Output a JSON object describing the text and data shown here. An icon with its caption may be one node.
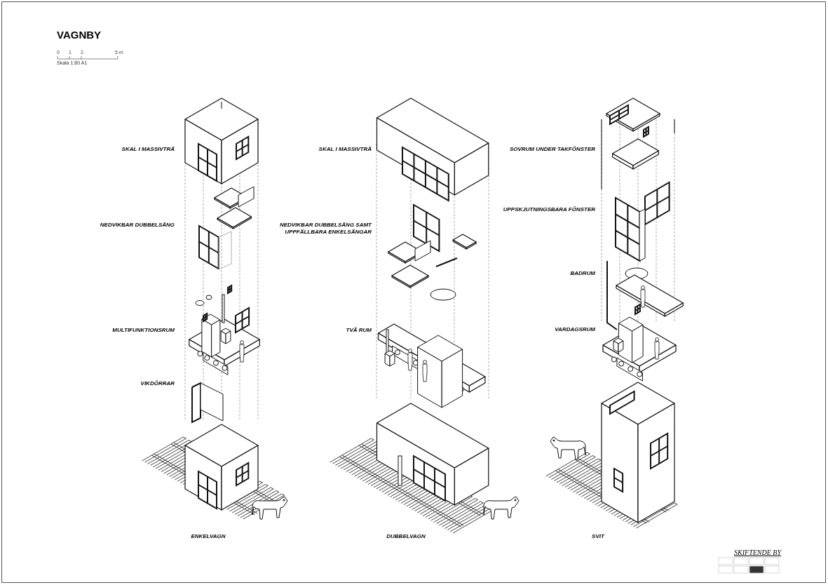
{
  "diagram": {
    "title": "VAGNBY",
    "labels": [
      "0",
      "1",
      "2",
      "5 m",
      "Skala 1:80 A1",
      "SKAL I MASSIVTRÄ",
      "NEDVIKBAR DUBBELSÄNG",
      "MULTIFUNKTIONSRUM",
      "VIKDÖRRAR",
      "SKAL I MASSIVTRÄ",
      "NEDVIKBAR DUBBELSÄNG SAMT UPPFÄLLBARA ENKELSÄNGAR",
      "TVÅ RUM",
      "SOVRUM UNDER TAKFÖNSTER",
      "UPPSKJUTNINGSBARA FÖNSTER",
      "BADRUM",
      "VARDAGSRUM",
      "ENKELVAGN",
      "DUBBELVAGN",
      "SVIT",
      "SKIFTENDE BY"
    ]
  }
}
